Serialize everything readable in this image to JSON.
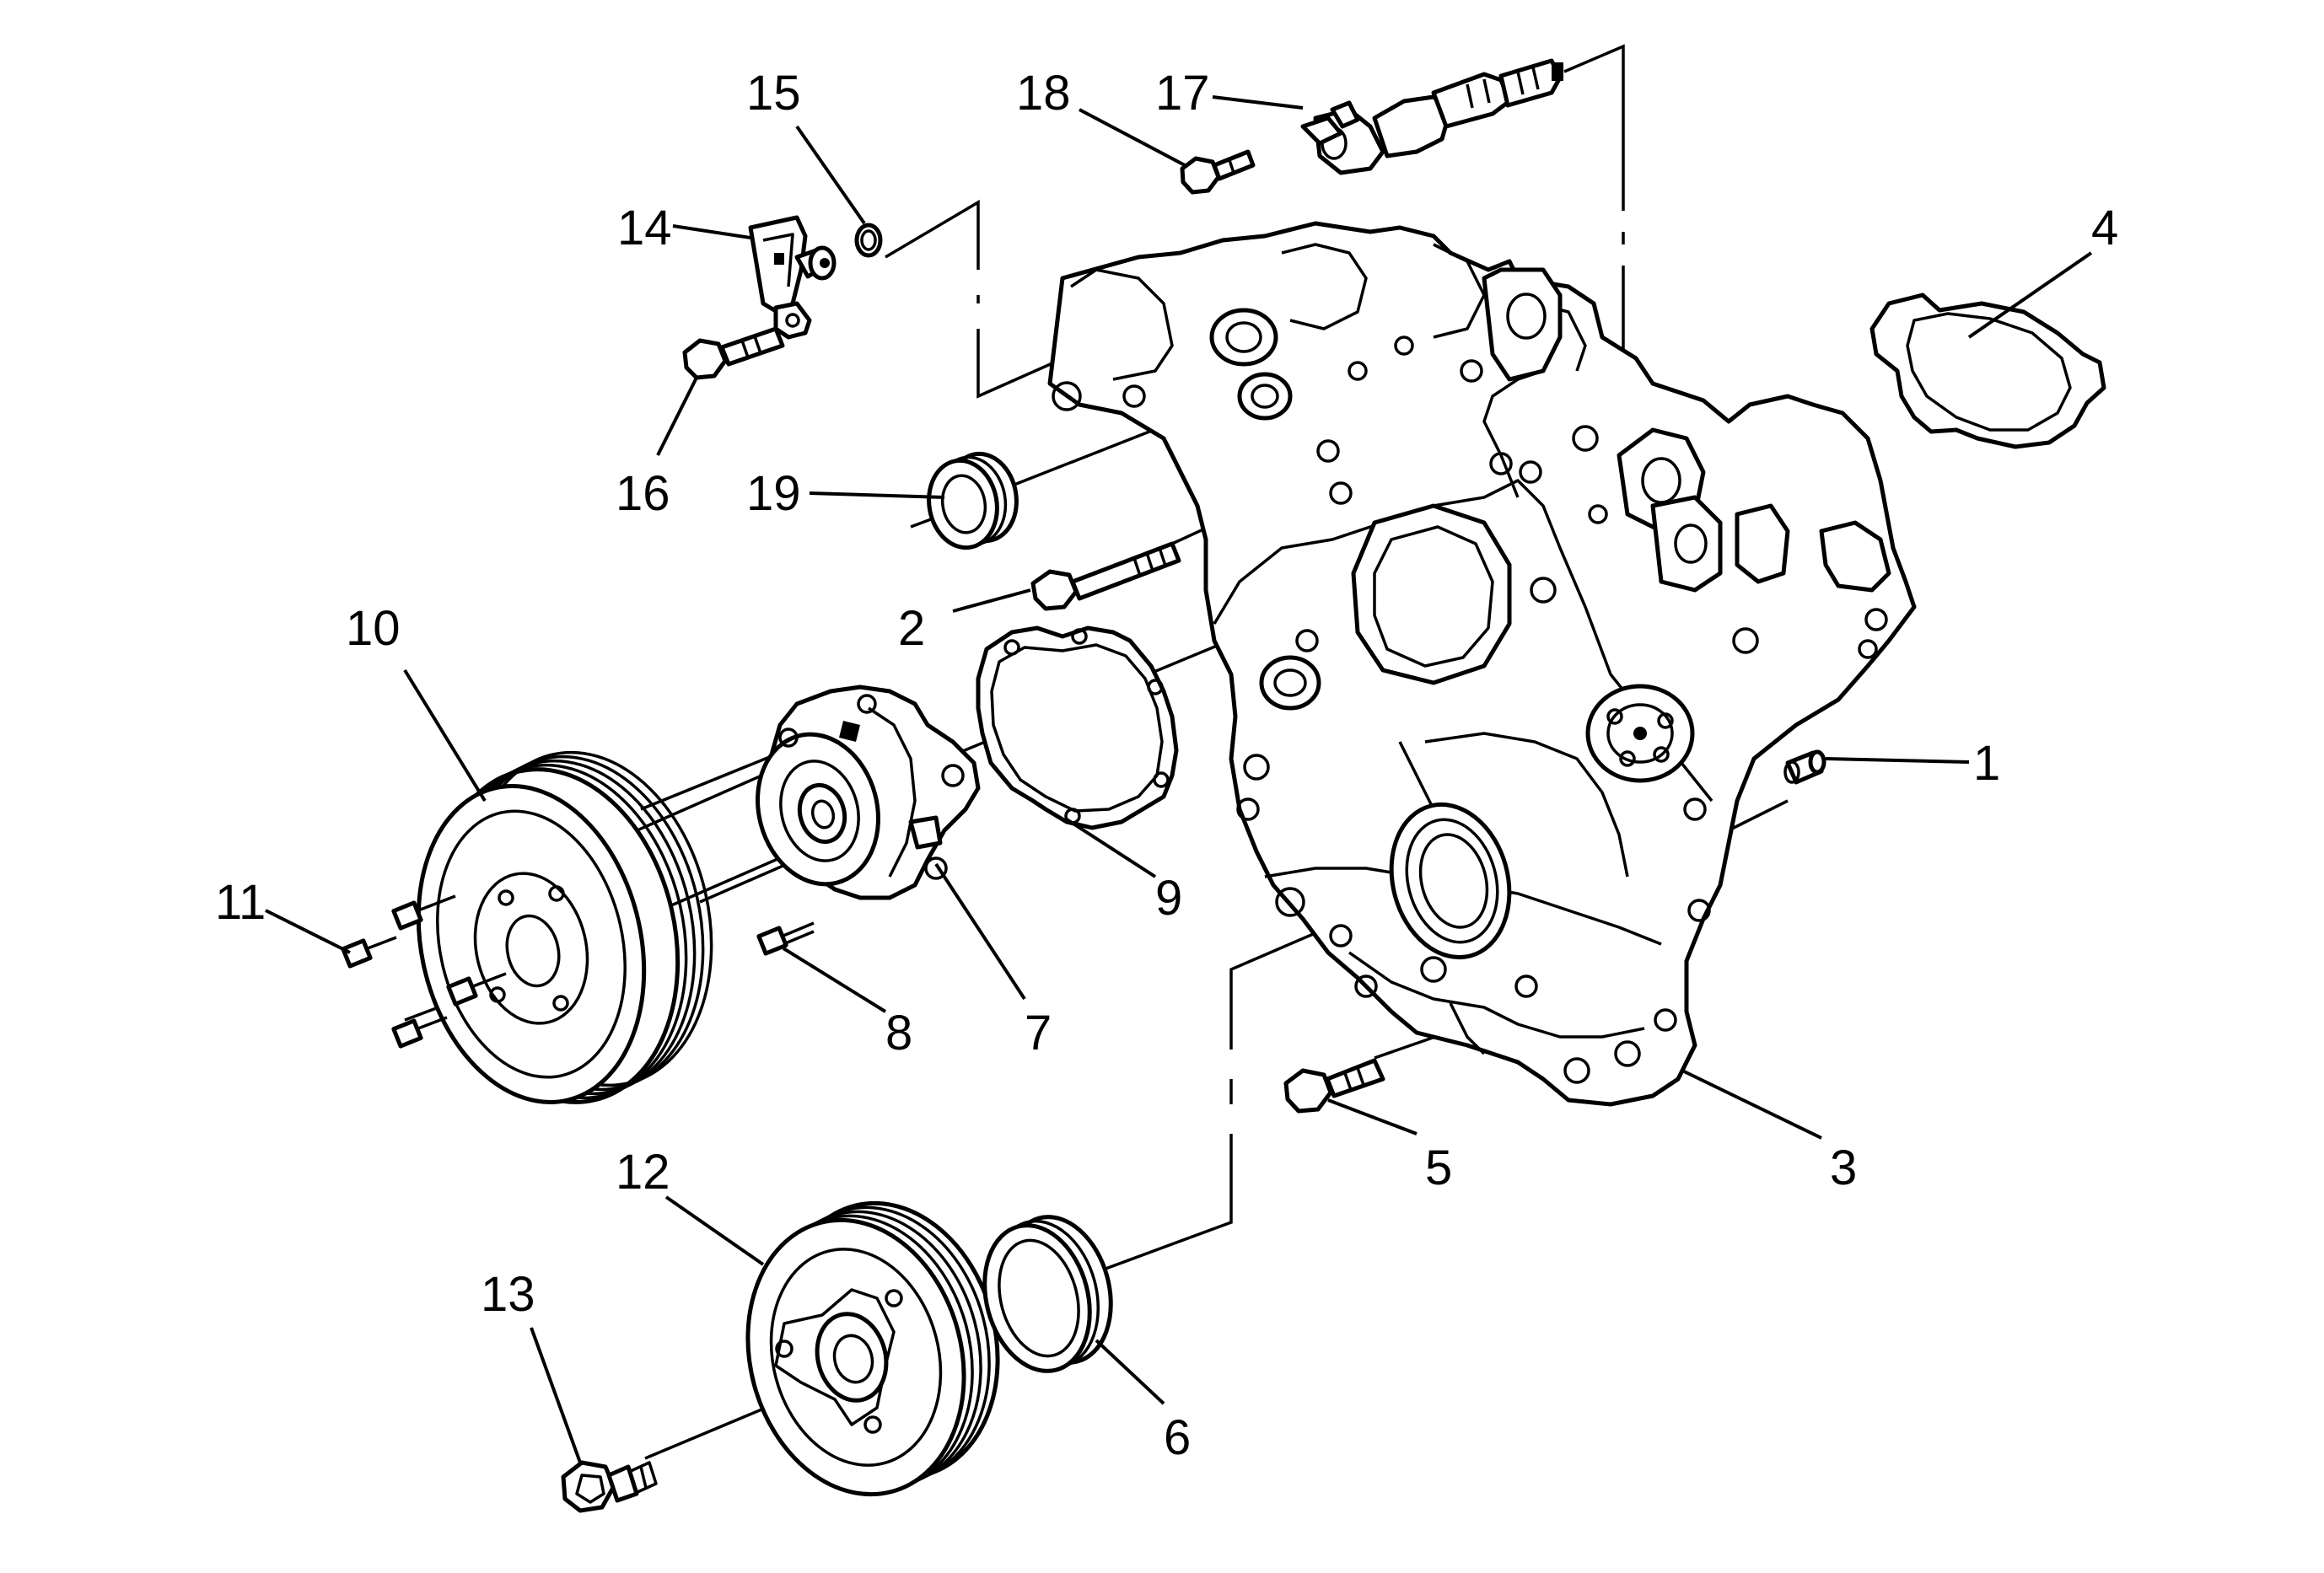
{
  "colors": {
    "line": "#000000",
    "background": "#ffffff"
  },
  "callouts": {
    "c1": "1",
    "c2": "2",
    "c3": "3",
    "c4": "4",
    "c5": "5",
    "c6": "6",
    "c7": "7",
    "c8": "8",
    "c9": "9",
    "c10": "10",
    "c11": "11",
    "c12": "12",
    "c13": "13",
    "c14": "14",
    "c15": "15",
    "c16": "16",
    "c17": "17",
    "c18": "18",
    "c19": "19"
  }
}
